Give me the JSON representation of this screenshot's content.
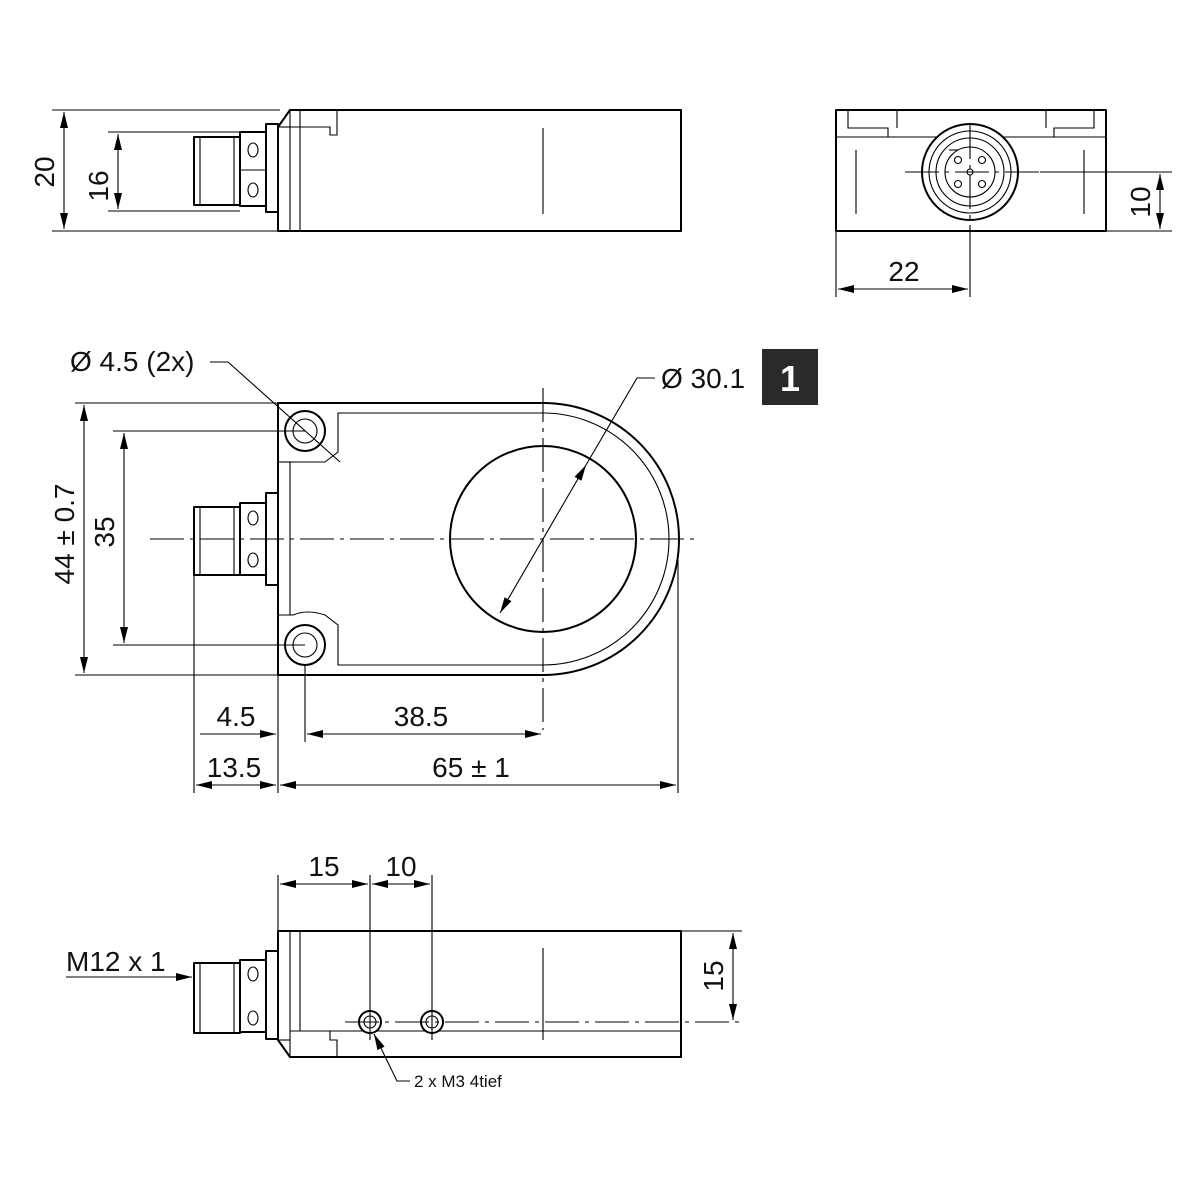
{
  "dimensions": {
    "side_height_total": "20",
    "side_height_connector": "16",
    "end_offset": "10",
    "end_width": "22",
    "hole_diameter": "Ø 4.5 (2x)",
    "bore_diameter": "Ø 30.1",
    "badge": "1",
    "height_tol": "44 ± 0.7",
    "hole_spacing": "35",
    "hole_offset": "4.5",
    "bore_offset": "38.5",
    "connector_length": "13.5",
    "length_tol": "65 ± 1",
    "thread_pos_1": "15",
    "thread_pos_2": "10",
    "bottom_height": "15",
    "connector_thread": "M12 x 1",
    "thread_note": "2 x M3 4tief"
  }
}
